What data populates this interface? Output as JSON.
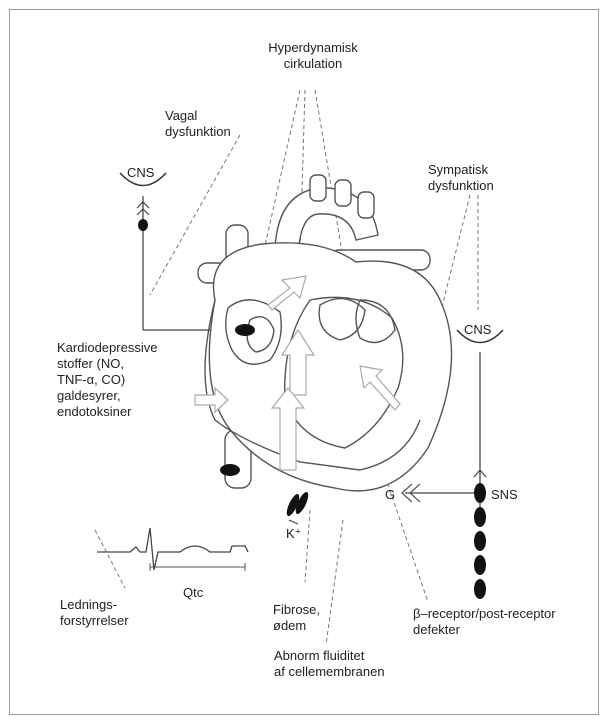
{
  "labels": {
    "hyperdynamic": [
      "Hyperdynamisk",
      "cirkulation"
    ],
    "vagal": [
      "Vagal",
      "dysfunktion"
    ],
    "sympathetic": [
      "Sympatisk",
      "dysfunktion"
    ],
    "cns_left": "CNS",
    "cns_right": "CNS",
    "cardiodepressive": [
      "Kardiodepressive",
      "stoffer (NO,",
      "TNF-α, CO)",
      "galdesyrer,",
      "endotoksiner"
    ],
    "g_protein": "G",
    "sns": "SNS",
    "potassium": "K⁺",
    "qtc": "Qtc",
    "conduction": [
      "Lednings-",
      "forstyrrelser"
    ],
    "fibrosis": [
      "Fibrose,",
      "ødem"
    ],
    "fluidity": [
      "Abnorm fluiditet",
      "af cellemembranen"
    ],
    "beta_receptor": [
      "β–receptor/post-receptor",
      "defekter"
    ]
  }
}
